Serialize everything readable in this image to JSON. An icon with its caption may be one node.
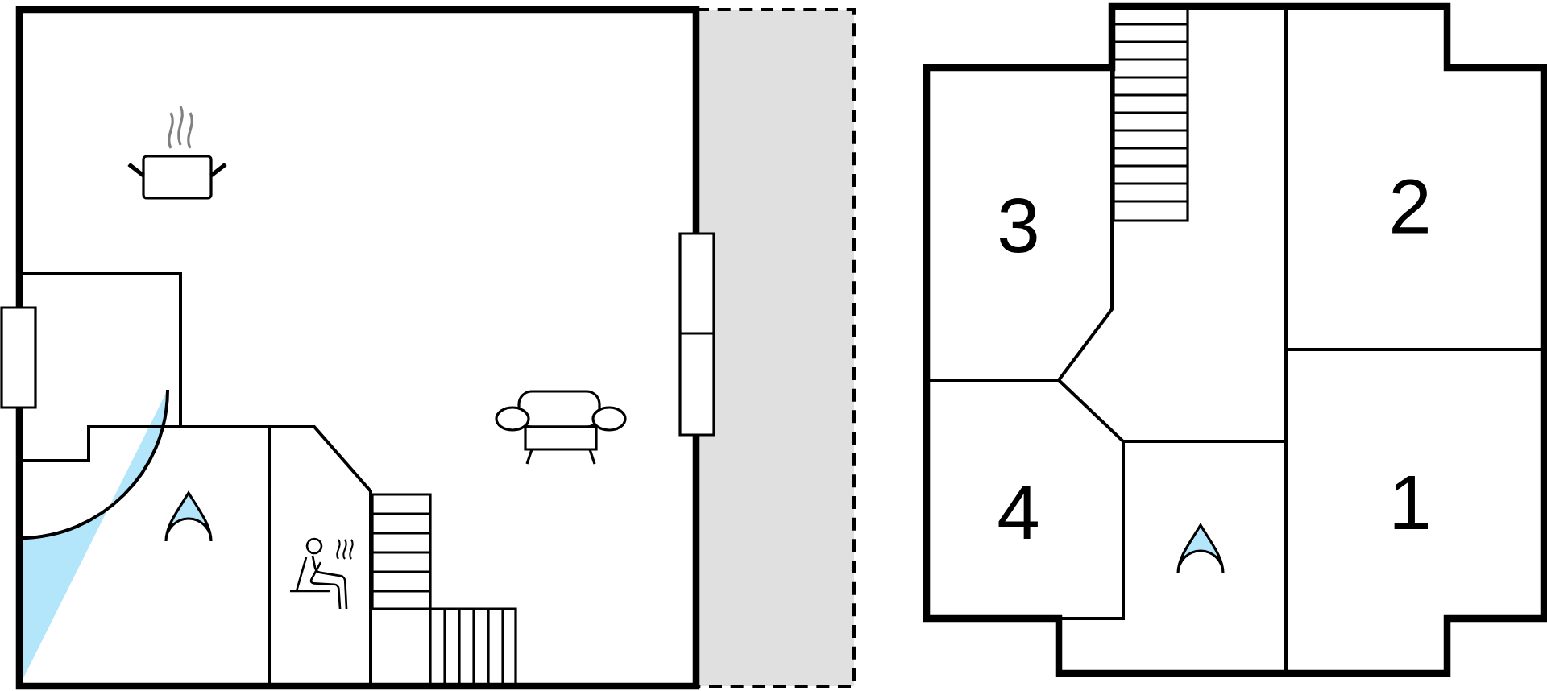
{
  "diagram": {
    "labels": [
      "3",
      "2",
      "4",
      "1"
    ]
  }
}
